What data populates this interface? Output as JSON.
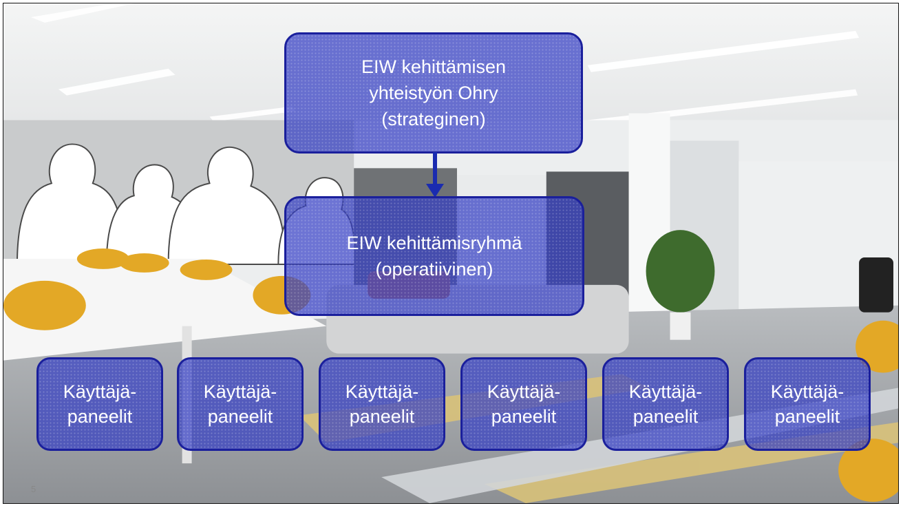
{
  "diagram": {
    "top_box": {
      "line1": "EIW kehittämisen",
      "line2": "yhteistyön Ohry",
      "line3": "(strateginen)"
    },
    "mid_box": {
      "line1": "EIW kehittämisryhmä",
      "line2": "(operatiivinen)"
    },
    "panels": [
      {
        "line1": "Käyttäjä-",
        "line2": "paneelit"
      },
      {
        "line1": "Käyttäjä-",
        "line2": "paneelit"
      },
      {
        "line1": "Käyttäjä-",
        "line2": "paneelit"
      },
      {
        "line1": "Käyttäjä-",
        "line2": "paneelit"
      },
      {
        "line1": "Käyttäjä-",
        "line2": "paneelit"
      },
      {
        "line1": "Käyttäjä-",
        "line2": "paneelit"
      }
    ]
  },
  "slide_number": "5",
  "colors": {
    "box_fill": "#343ec4",
    "box_border": "#1a1f9c",
    "arrow": "#1a2bb0"
  }
}
